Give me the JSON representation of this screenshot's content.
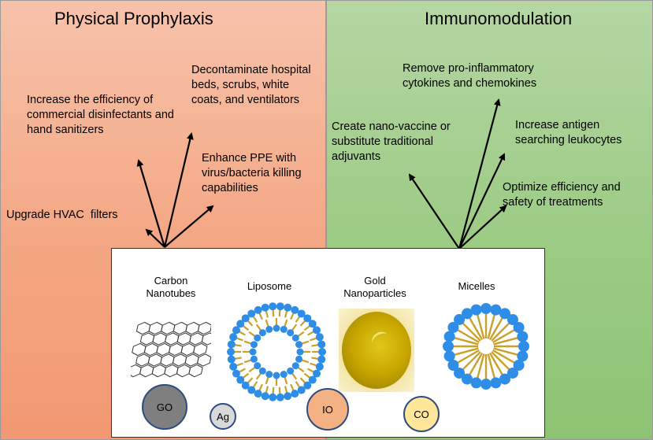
{
  "physical": {
    "title": "Physical Prophylaxis",
    "items": [
      "Increase the efficiency of commercial disinfectants and hand sanitizers",
      "Decontaminate hospital beds, scrubs, white coats, and ventilators",
      "Enhance PPE with virus/bacteria killing capabilities",
      "Upgrade HVAC  filters"
    ]
  },
  "immuno": {
    "title": "Immunomodulation",
    "items": [
      "Remove pro-inflammatory cytokines and chemokines",
      "Create nano-vaccine or substitute traditional adjuvants",
      "Increase antigen searching leukocytes",
      "Optimize efficiency and safety of treatments"
    ]
  },
  "nanoparticles": {
    "carbon": "Carbon Nanotubes",
    "liposome": "Liposome",
    "gold": "Gold Nanoparticles",
    "micelles": "Micelles"
  },
  "metals": {
    "go": {
      "label": "GO",
      "color": "#7f7f7f"
    },
    "ag": {
      "label": "Ag",
      "color": "#d9d9d9"
    },
    "io": {
      "label": "IO",
      "color": "#f4b183"
    },
    "co": {
      "label": "CO",
      "color": "#ffe699"
    }
  },
  "colors": {
    "left_panel": "#f4a784",
    "right_panel": "#9ccb84",
    "outline": "#2f4a80",
    "lipid_head": "#2e8de6",
    "lipid_tail": "#c9a028",
    "gold": "#c9a800"
  }
}
